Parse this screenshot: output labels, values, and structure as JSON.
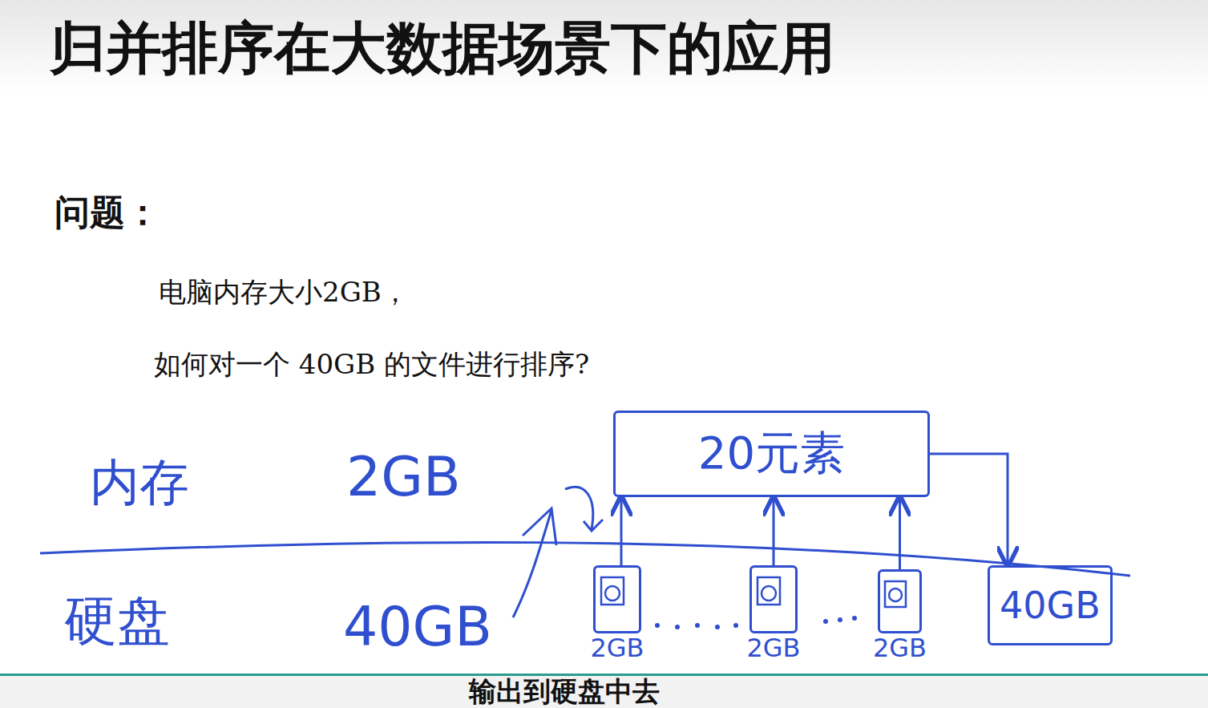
{
  "diagram": {
    "title": "归并排序在大数据场景下的应用",
    "caption": "输出到硬盘中去",
    "nodes": [
      {
        "text": [
          "20元素"
        ]
      },
      {
        "text": [
          "2GB"
        ]
      },
      {
        "text": [
          "2GB"
        ]
      },
      {
        "text": [
          "2GB"
        ]
      },
      {
        "text": [
          "40GB"
        ]
      }
    ],
    "edges": [
      {
        "from": 1,
        "to": 0,
        "arrow": "to"
      },
      {
        "from": 2,
        "to": 0,
        "arrow": "to"
      },
      {
        "from": 3,
        "to": 0,
        "arrow": "to"
      },
      {
        "from": 0,
        "to": 4,
        "arrow": "to"
      }
    ],
    "labels": [
      "问题：",
      "电脑内存大小2GB，",
      "如何对一个 40GB 的文件进行排序?",
      "内存",
      "2GB",
      "硬盘",
      "40GB"
    ]
  }
}
